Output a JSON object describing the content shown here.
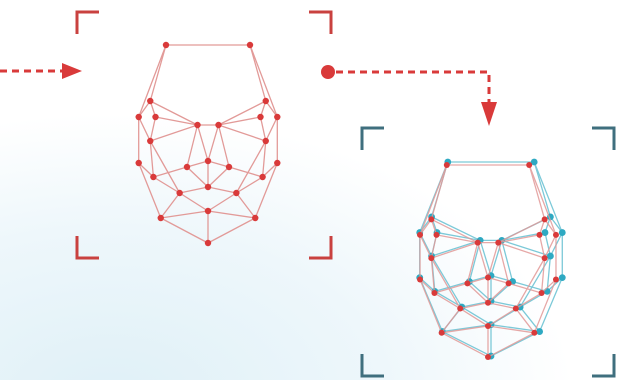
{
  "colors": {
    "red": "#d93a3a",
    "red_line": "#e29a98",
    "teal": "#2ea9c2",
    "teal_line": "#7cc9d8",
    "frame_red": "#c9413f",
    "frame_teal": "#3f6f7e",
    "background_tint": "#e6f3f8"
  },
  "diagram": {
    "elements": [
      {
        "name": "incoming-arrow",
        "kind": "dashed-arrow"
      },
      {
        "name": "source-face-frame",
        "kind": "corner-bracket-frame"
      },
      {
        "name": "source-face-mesh",
        "kind": "landmark-mesh"
      },
      {
        "name": "transfer-arrow",
        "kind": "dashed-arrow-with-dot"
      },
      {
        "name": "target-face-frame",
        "kind": "corner-bracket-frame"
      },
      {
        "name": "target-face-mesh",
        "kind": "overlaid-landmark-mesh"
      }
    ]
  }
}
